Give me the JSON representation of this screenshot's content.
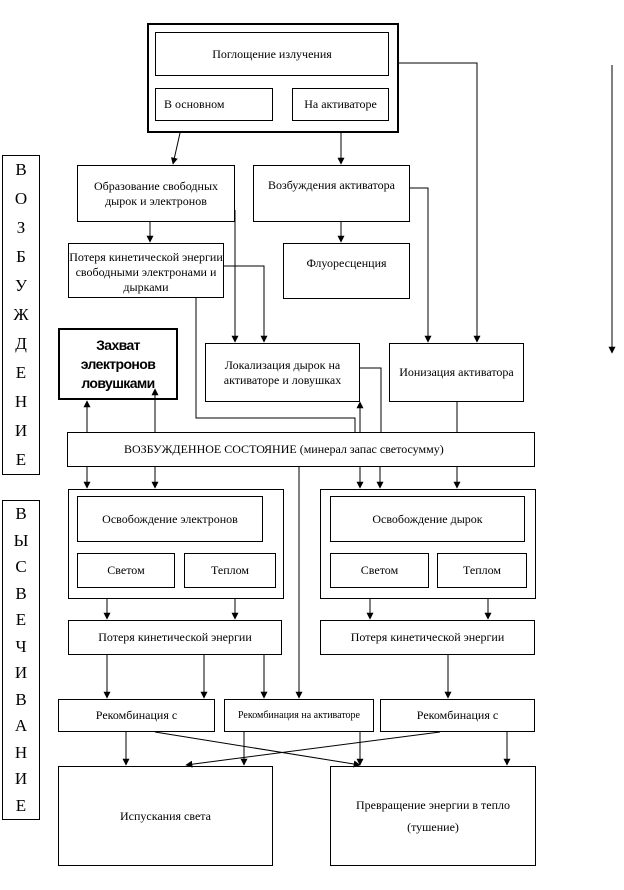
{
  "side_labels": {
    "excitation": "ВОЗБУЖДЕНИЕ",
    "emission": "ВЫСВЕЧИВАНИЕ"
  },
  "boxes": {
    "absorption": "Поглощение излучения",
    "in_main": "В основном",
    "on_activator": "На активаторе",
    "free_carriers": "Образование свободных дырок и электронов",
    "activator_excitation": "Возбуждения активатора",
    "kinetic_loss_free": "Потеря кинетической энергии свободными электронами и дырками",
    "fluorescence": "Флуоресценция",
    "electron_capture": "Захват электронов ловушками",
    "hole_localization": "Локализация дырок на активаторе и ловушках",
    "activator_ionization": "Ионизация активатора",
    "excited_state": "ВОЗБУЖДЕННОЕ СОСТОЯНИЕ (минерал запас светосумму)",
    "electron_release": "Освобождение электронов",
    "light_left": "Светом",
    "heat_left": "Теплом",
    "hole_release": "Освобождение дырок",
    "light_right": "Светом",
    "heat_right": "Теплом",
    "kinetic_loss_left": "Потеря кинетической энергии",
    "kinetic_loss_right": "Потеря кинетической энергии",
    "recomb_left": "Рекомбинация с",
    "recomb_activator": "Рекомбинация на активаторе",
    "recomb_right": "Рекомбинация с",
    "light_emission": "Испускания света",
    "heat_conversion": "Превращение энергии в тепло (тушение)"
  }
}
